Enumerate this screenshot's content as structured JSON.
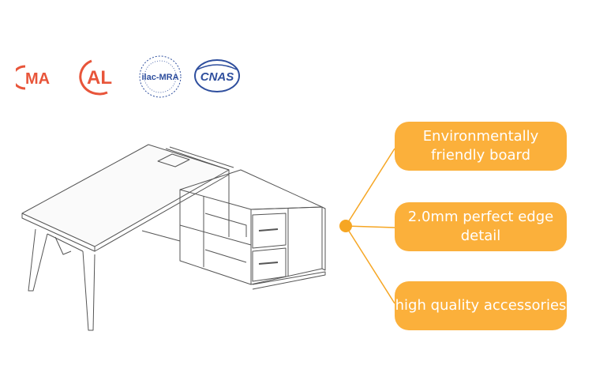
{
  "logos": {
    "cma": {
      "text": "MA",
      "color": "#e8553a"
    },
    "cal": {
      "text": "AL",
      "color": "#e8553a"
    },
    "ilac": {
      "text": "ilac-MRA",
      "color": "#2f4f9e"
    },
    "cnas": {
      "text": "CNAS",
      "color": "#2f4f9e"
    }
  },
  "features": [
    {
      "line1": "Environmentally",
      "line2": "friendly board"
    },
    {
      "line1": "2.0mm perfect edge",
      "line2": "detail"
    },
    {
      "line1": "high quality accessories",
      "line2": ""
    }
  ],
  "colors": {
    "accent": "#fbb03b",
    "connector": "#f6a623",
    "sketch": "#555555"
  }
}
